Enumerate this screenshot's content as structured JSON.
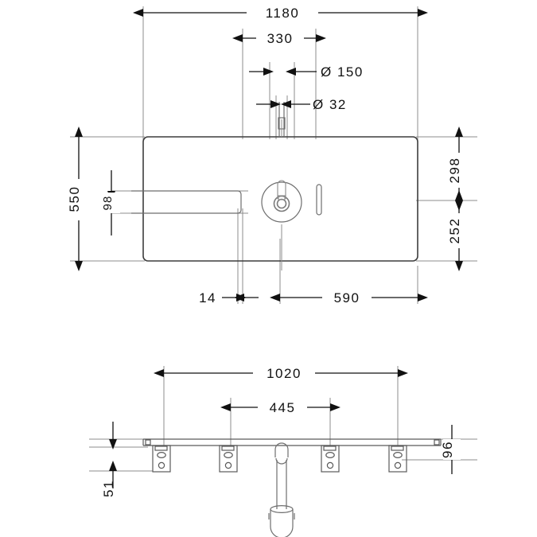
{
  "drawing": {
    "title": "Washbasin installation dimension drawing",
    "units": "mm",
    "line_color": "#1a1a1a",
    "thin_line_color": "#808080",
    "background": "#ffffff"
  },
  "views": {
    "top": {
      "name": "front-elevation-view",
      "features": [
        "basin-outline",
        "drain-circle",
        "overflow-slot",
        "left-slot",
        "tap-hole-centerline"
      ]
    },
    "bottom": {
      "name": "section-view",
      "features": [
        "countertop-profile",
        "mounting-bracket",
        "drain-pipe",
        "bottle-trap"
      ],
      "bracket_count": 4
    }
  },
  "dimensions": {
    "top_view": {
      "overall_width": "1180",
      "tap_spacing": "330",
      "diameter_large": "Ø 150",
      "diameter_small": "Ø 32",
      "height_left": "550",
      "slot_height": "98",
      "height_upper_right": "298",
      "height_lower_right": "252",
      "offset_bottom_left": "14",
      "width_bottom_right": "590"
    },
    "bottom_view": {
      "bracket_span_outer": "1020",
      "bracket_span_inner": "445",
      "depth_left": "51",
      "depth_right": "96"
    }
  }
}
